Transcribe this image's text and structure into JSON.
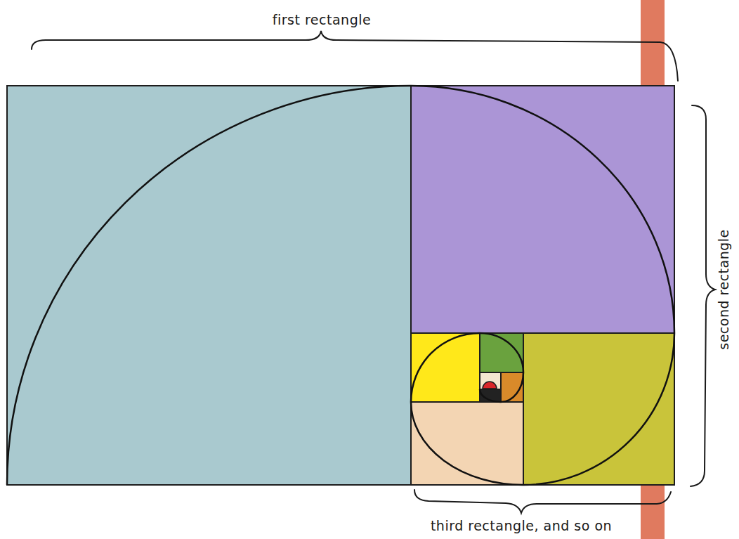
{
  "diagram": {
    "labels": [
      "first rectangle",
      "second rectangle",
      "third rectangle, and so on"
    ]
  }
}
